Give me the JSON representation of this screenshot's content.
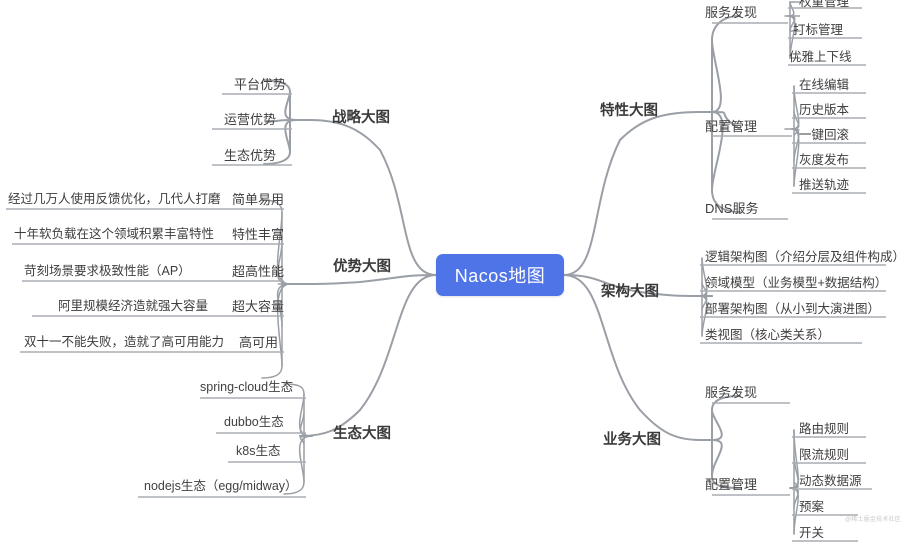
{
  "root": {
    "label": "Nacos地图",
    "color": "#4f74e8",
    "text_color": "#ffffff"
  },
  "theme": {
    "line_color": "#9a9fa6",
    "text_color": "#3c3c3c",
    "background": "#ffffff"
  },
  "watermark": "@稀土掘金技术社区",
  "branches": {
    "strategy": {
      "label": "战略大图",
      "side": "left",
      "children": [
        {
          "label": "平台优势"
        },
        {
          "label": "运营优势"
        },
        {
          "label": "生态优势"
        }
      ]
    },
    "advantage": {
      "label": "优势大图",
      "side": "left",
      "children": [
        {
          "label": "简单易用",
          "detail": "经过几万人使用反馈优化，几代人打磨"
        },
        {
          "label": "特性丰富",
          "detail": "十年软负载在这个领域积累丰富特性"
        },
        {
          "label": "超高性能",
          "detail": "苛刻场景要求极致性能（AP）"
        },
        {
          "label": "超大容量",
          "detail": "阿里规模经济造就强大容量"
        },
        {
          "label": "高可用",
          "detail": "双十一不能失败，造就了高可用能力"
        }
      ]
    },
    "ecosystem": {
      "label": "生态大图",
      "side": "left",
      "children": [
        {
          "label": "spring-cloud生态"
        },
        {
          "label": "dubbo生态"
        },
        {
          "label": "k8s生态"
        },
        {
          "label": "nodejs生态（egg/midway）"
        }
      ]
    },
    "feature": {
      "label": "特性大图",
      "side": "right",
      "children": [
        {
          "label": "服务发现",
          "children": [
            {
              "label": "权重管理"
            },
            {
              "label": "打标管理"
            },
            {
              "label": "优雅上下线"
            }
          ]
        },
        {
          "label": "配置管理",
          "children": [
            {
              "label": "在线编辑"
            },
            {
              "label": "历史版本"
            },
            {
              "label": "一键回滚"
            },
            {
              "label": "灰度发布"
            },
            {
              "label": "推送轨迹"
            }
          ]
        },
        {
          "label": "DNS服务",
          "children": []
        }
      ]
    },
    "architecture": {
      "label": "架构大图",
      "side": "right",
      "children": [
        {
          "label": "逻辑架构图（介绍分层及组件构成）"
        },
        {
          "label": "领域模型（业务模型+数据结构）"
        },
        {
          "label": "部署架构图（从小到大演进图）"
        },
        {
          "label": "类视图（核心类关系）"
        }
      ]
    },
    "business": {
      "label": "业务大图",
      "side": "right",
      "children": [
        {
          "label": "服务发现",
          "children": []
        },
        {
          "label": "配置管理",
          "children": [
            {
              "label": "路由规则"
            },
            {
              "label": "限流规则"
            },
            {
              "label": "动态数据源"
            },
            {
              "label": "预案"
            },
            {
              "label": "开关"
            }
          ]
        }
      ]
    }
  }
}
